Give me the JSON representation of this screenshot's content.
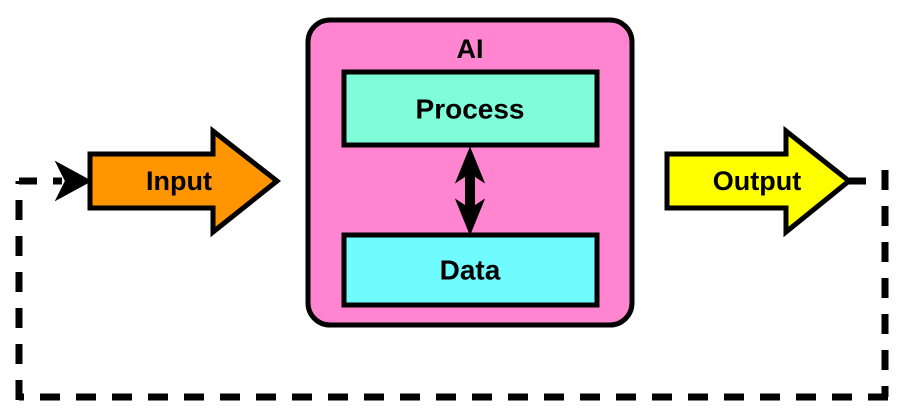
{
  "diagram": {
    "title_visible": false,
    "background_color": "#ffffff",
    "stroke_color": "#000000"
  },
  "container": {
    "label": "AI",
    "fill": "#FF85D0",
    "stroke": "#000000",
    "corner_radius": 22
  },
  "blocks": [
    {
      "id": "process",
      "label": "Process",
      "fill": "#7FFCD8",
      "stroke": "#000000"
    },
    {
      "id": "data",
      "label": "Data",
      "fill": "#6FFBFF",
      "stroke": "#000000"
    }
  ],
  "arrows": {
    "input": {
      "label": "Input",
      "fill": "#FF9500",
      "stroke": "#000000",
      "direction": "right"
    },
    "output": {
      "label": "Output",
      "fill": "#FFFF00",
      "stroke": "#000000",
      "direction": "right"
    },
    "internal": {
      "name": "process-data-bidirectional-arrow",
      "direction": "bidirectional-vertical",
      "fill": "#000000"
    },
    "feedback": {
      "name": "feedback-loop",
      "style": "dashed",
      "stroke": "#000000",
      "direction": "output-to-input"
    }
  },
  "icons": {
    "arrow_right": "arrow-right-icon",
    "arrow_up_down": "arrow-up-down-icon",
    "feedback_loop": "feedback-loop-icon"
  }
}
